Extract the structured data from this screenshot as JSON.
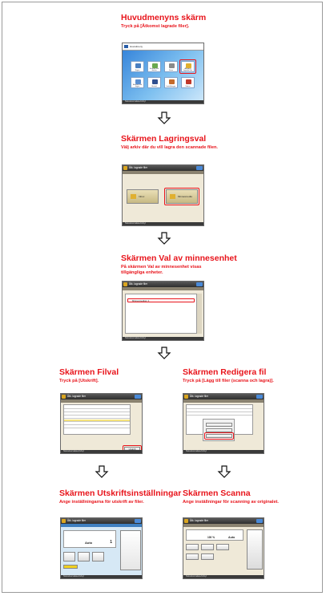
{
  "steps": {
    "main_menu": {
      "title": "Huvudmenyns skärm",
      "desc": "Tryck på [Åtkomst lagrade filer]."
    },
    "storage": {
      "title": "Skärmen Lagringsval",
      "desc": "Välj arkiv där du vill lagra den scannade filen."
    },
    "memory": {
      "title": "Skärmen Val av minnesenhet",
      "desc": "På skärmen Val av minnesenhet visas tillgängliga enheter."
    },
    "file_select": {
      "title": "Skärmen Filval",
      "desc": "Tryck på [Utskrift]."
    },
    "edit_file": {
      "title": "Skärmen Redigera fil",
      "desc": "Tryck på [Lägg till filer (scanna och lagra)]."
    },
    "print_settings": {
      "title": "Skärmen Utskriftsinställningar",
      "desc": "Ange inställningarna för utskrift av filer."
    },
    "scan": {
      "title": "Skärmen Scanna",
      "desc": "Ange inställningar för scanning av originalet."
    }
  },
  "mock": {
    "main_menu": {
      "bar": "Huvudmeny",
      "tiles": [
        "Kopia",
        "Scanna och skicka",
        "Faxa",
        "Åtkomst lagrade filer",
        "Skanna och lagra",
        "Utskrift",
        "Inställningar",
        "Status"
      ]
    },
    "window_title": "Åtk. lagrade filer",
    "storage": {
      "options": [
        "Inbox",
        "Minnesmedia"
      ]
    },
    "memory": {
      "row": "Minnesmedium 1"
    },
    "file_select": {
      "print": "Utskrift"
    },
    "print_settings": {
      "copies": "1",
      "auto": "Auto"
    },
    "scan": {
      "zoom": "100 %",
      "auto": "Auto"
    },
    "status_text": "Statusövervakare/Avbryt"
  },
  "colors": {
    "heading": "#e8141b",
    "frame": "#9a9a9a"
  }
}
